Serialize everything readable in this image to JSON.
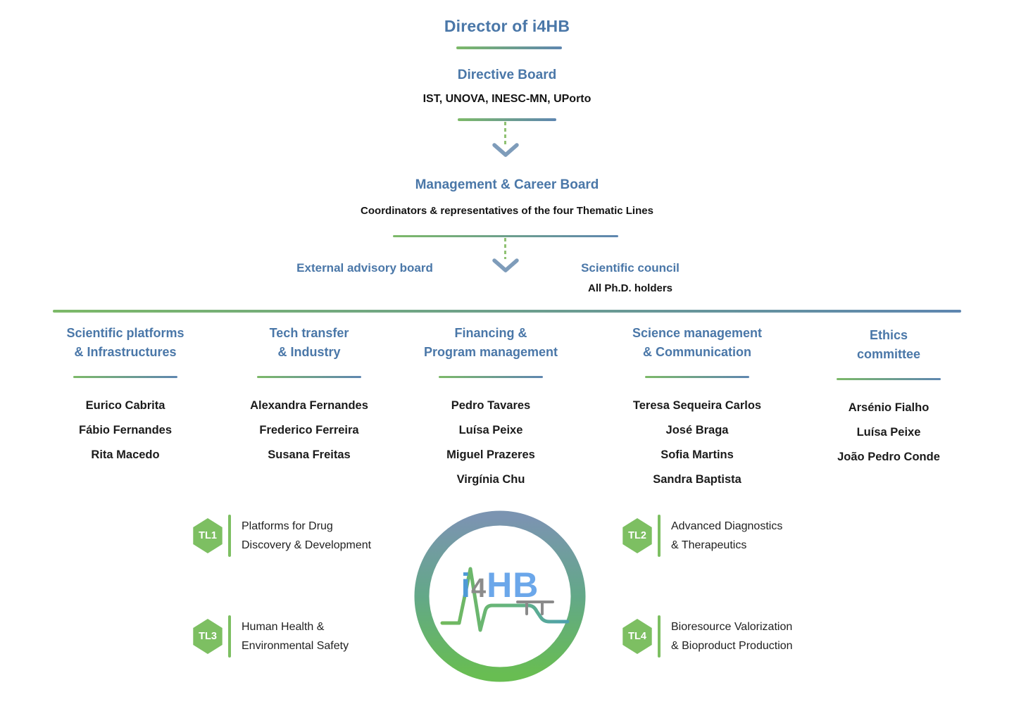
{
  "colors": {
    "heading_blue": "#4a77a8",
    "text_dark": "#1b1b1b",
    "accent_green": "#7cb968",
    "accent_blue": "#5e86b0",
    "dotted_green": "#90c273",
    "chevron_blue": "#7e9cba",
    "hexagon_green": "#7dbf62",
    "logo_i_blue": "#4f9ad6",
    "logo_4_gray": "#8b8b8b",
    "logo_hb_blue": "#6ba7ea"
  },
  "hierarchy": {
    "director": {
      "title": "Director of i4HB"
    },
    "directive_board": {
      "title": "Directive Board",
      "subtitle": "IST, UNOVA, INESC-MN, UPorto"
    },
    "management_board": {
      "title": "Management & Career Board",
      "subtitle": "Coordinators & representatives of the four Thematic Lines"
    },
    "external_advisory": {
      "title": "External advisory board"
    },
    "scientific_council": {
      "title": "Scientific council",
      "subtitle": "All Ph.D. holders"
    }
  },
  "columns": [
    {
      "title_line1": "Scientific platforms",
      "title_line2": "& Infrastructures",
      "members": [
        "Eurico Cabrita",
        "Fábio Fernandes",
        "Rita Macedo"
      ]
    },
    {
      "title_line1": "Tech transfer",
      "title_line2": "& Industry",
      "members": [
        "Alexandra Fernandes",
        "Frederico Ferreira",
        "Susana Freitas"
      ]
    },
    {
      "title_line1": "Financing &",
      "title_line2": "Program management",
      "members": [
        "Pedro Tavares",
        "Luísa Peixe",
        "Miguel Prazeres",
        "Virgínia Chu"
      ]
    },
    {
      "title_line1": "Science management",
      "title_line2": "& Communication",
      "members": [
        "Teresa Sequeira Carlos",
        "José Braga",
        "Sofia Martins",
        "Sandra Baptista"
      ]
    },
    {
      "title_line1": "Ethics",
      "title_line2": "committee",
      "members": [
        "Arsénio Fialho",
        "Luísa Peixe",
        "João Pedro Conde"
      ]
    }
  ],
  "thematic_lines": [
    {
      "id": "TL1",
      "line1": "Platforms for Drug",
      "line2": "Discovery & Development"
    },
    {
      "id": "TL2",
      "line1": "Advanced Diagnostics",
      "line2": "& Therapeutics"
    },
    {
      "id": "TL3",
      "line1": "Human Health &",
      "line2": "Environmental Safety"
    },
    {
      "id": "TL4",
      "line1": "Bioresource Valorization",
      "line2": "& Bioproduct Production"
    }
  ],
  "logo": {
    "part_i": "i",
    "part_4": "4",
    "part_hb": "HB"
  }
}
